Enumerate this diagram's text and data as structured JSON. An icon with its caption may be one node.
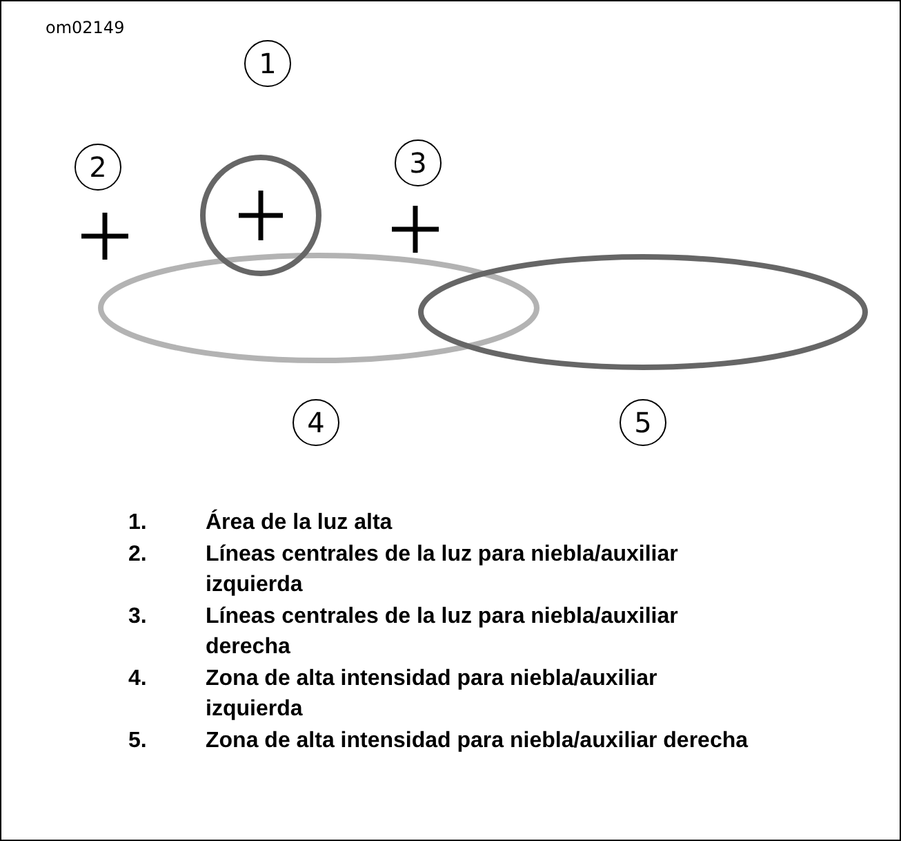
{
  "diagram": {
    "nodes": [
      {
        "text": [
          "1"
        ]
      },
      {
        "text": [
          "2"
        ]
      },
      {
        "text": [
          "3"
        ]
      },
      {
        "text": [
          "4"
        ]
      },
      {
        "text": [
          "5"
        ]
      }
    ],
    "labels": [
      "om02149",
      "1.",
      "Área de la luz alta",
      "2.",
      "Líneas centrales de la luz para niebla/auxiliar izquierda",
      "3.",
      "Líneas centrales de la luz para niebla/auxiliar derecha",
      "4.",
      "Zona de alta intensidad para niebla/auxiliar izquierda",
      "5.",
      "Zona de alta intensidad para niebla/auxiliar derecha"
    ]
  }
}
